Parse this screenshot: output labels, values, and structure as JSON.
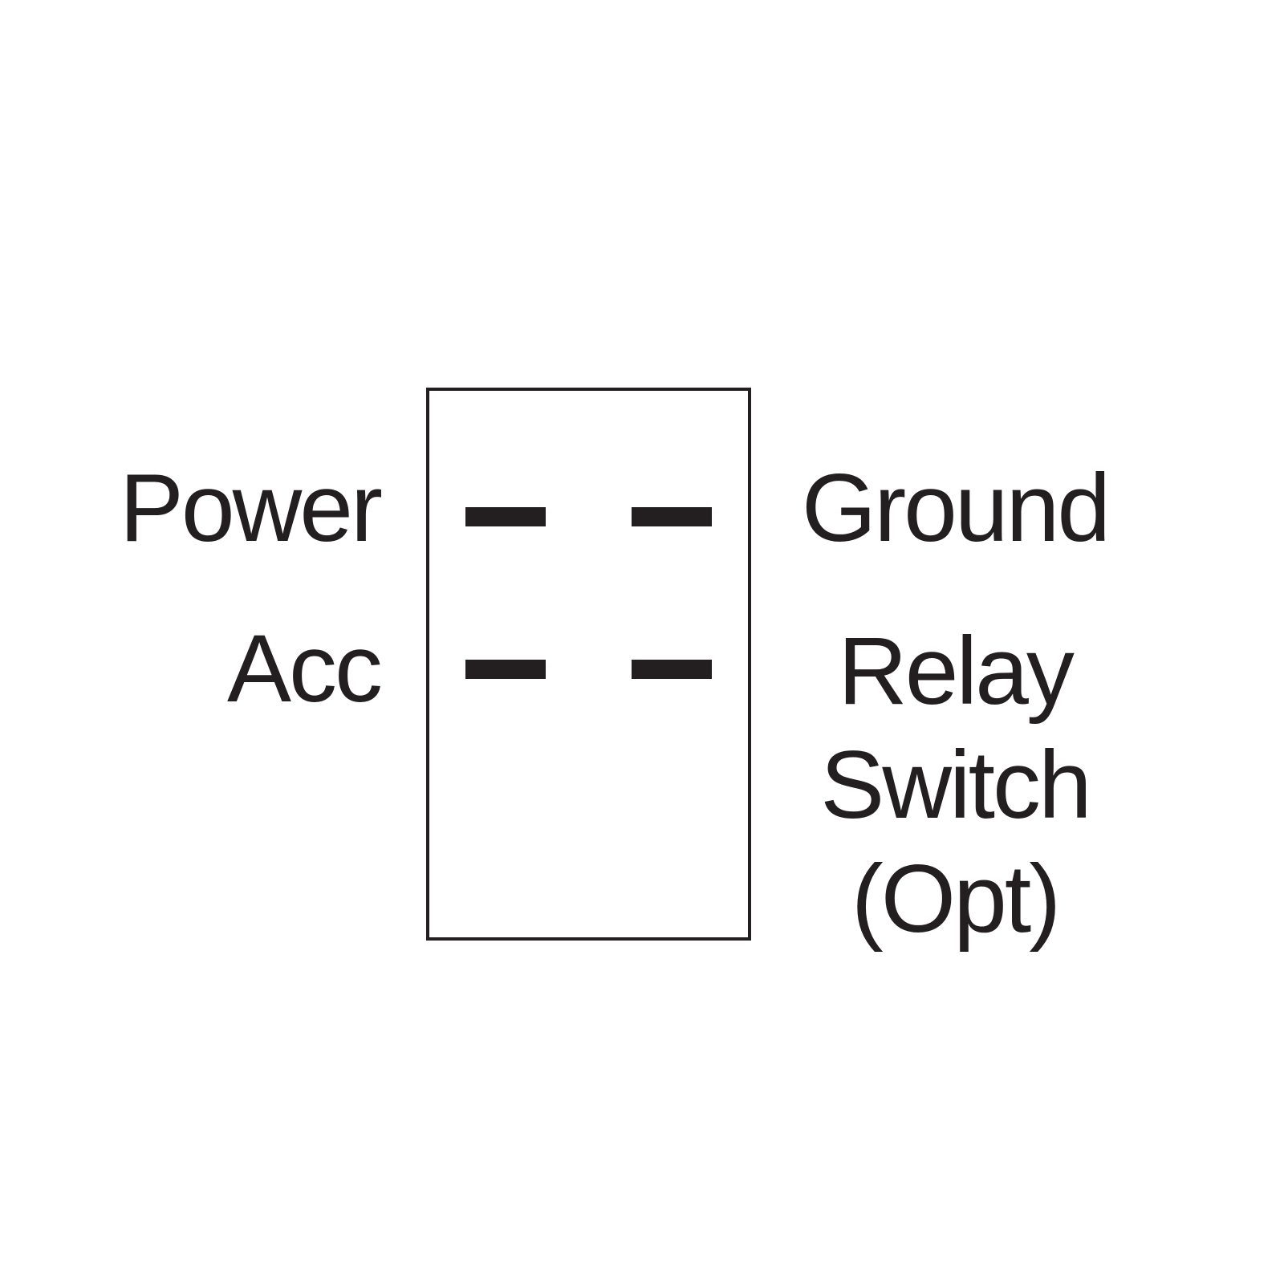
{
  "diagram": {
    "background_color": "#ffffff",
    "ink_color": "#231f20",
    "labels": {
      "power": "Power",
      "acc": "Acc",
      "ground": "Ground",
      "relay": "Relay",
      "switch": "Switch",
      "opt": "(Opt)"
    },
    "terminals": [
      {
        "name": "power-terminal-bar"
      },
      {
        "name": "ground-terminal-bar"
      },
      {
        "name": "acc-terminal-bar"
      },
      {
        "name": "relay-switch-terminal-bar"
      }
    ]
  }
}
